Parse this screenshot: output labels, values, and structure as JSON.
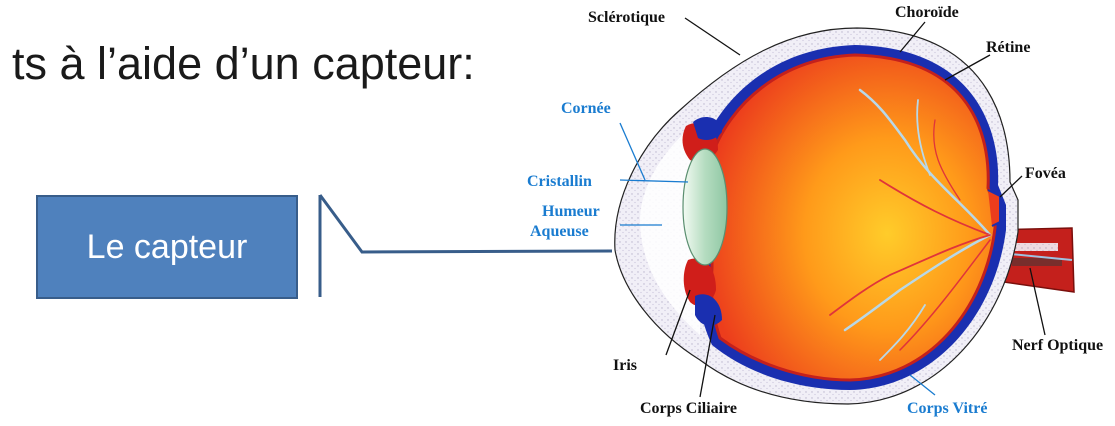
{
  "heading": "ts à l’aide d’un capteur:",
  "callout": {
    "label": "Le capteur"
  },
  "labels": {
    "sclerotique": "Sclérotique",
    "choroide": "Choroïde",
    "retine": "Rétine",
    "cornee": "Cornée",
    "cristallin": "Cristallin",
    "humeur_line1": "Humeur",
    "humeur_line2": "Aqueuse",
    "fovea": "Fovéa",
    "iris": "Iris",
    "corps_ciliaire": "Corps Ciliaire",
    "corps_vitre": "Corps Vitré",
    "nerf_optique": "Nerf Optique"
  },
  "colors": {
    "label_blue": "#1a7cd0",
    "callout_fill": "#4f81bd",
    "eye_red": "#e8321c",
    "eye_orange": "#ff9a1a",
    "choroid_blue": "#1a2fb0"
  }
}
